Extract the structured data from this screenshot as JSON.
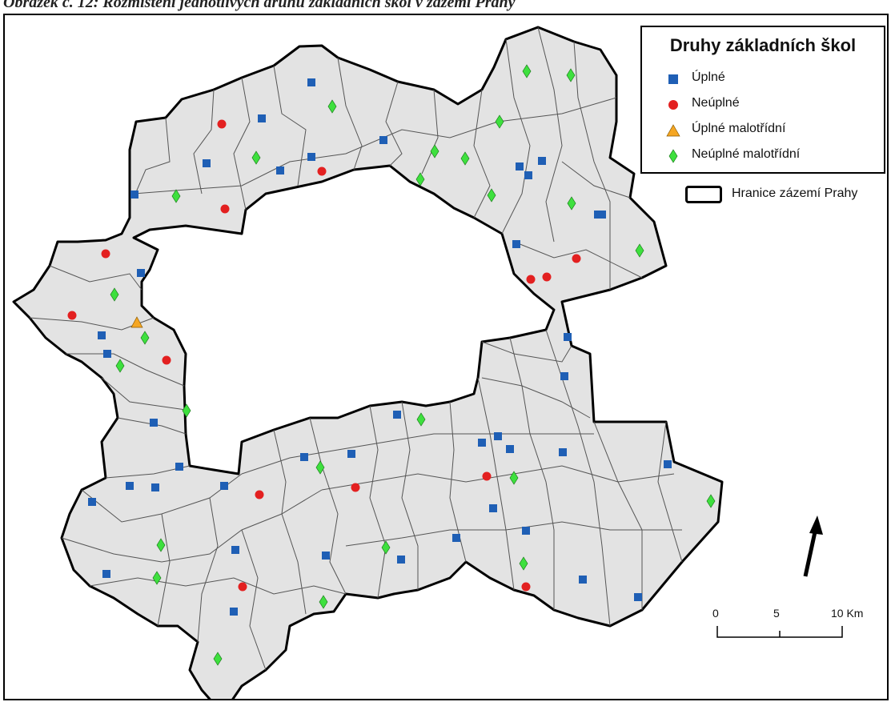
{
  "caption": "Obrázek č. 12: Rozmístění jednotlivých druhů základních škol v zázemí Prahy",
  "legend": {
    "title": "Druhy základních škol",
    "items": [
      {
        "key": "uplne",
        "label": "Úplné",
        "shape": "square",
        "color": "#1f5fb5"
      },
      {
        "key": "neuplne",
        "label": "Neúplné",
        "shape": "circle",
        "color": "#e32020"
      },
      {
        "key": "uplne_malotridni",
        "label": "Úplné malotřídní",
        "shape": "triangle",
        "color": "#f5a623"
      },
      {
        "key": "neuplne_malotridni",
        "label": "Neúplné malotřídní",
        "shape": "diamond",
        "color": "#3ee03e"
      }
    ]
  },
  "boundary_legend": {
    "label": "Hranice zázemí Prahy"
  },
  "scalebar": {
    "ticks": [
      "0",
      "5",
      "10 Km"
    ]
  },
  "colors": {
    "region_fill": "#e3e3e3",
    "boundary": "#000000",
    "municipal_lines": "#555555"
  },
  "north_arrow_icon": "north-arrow-icon"
}
